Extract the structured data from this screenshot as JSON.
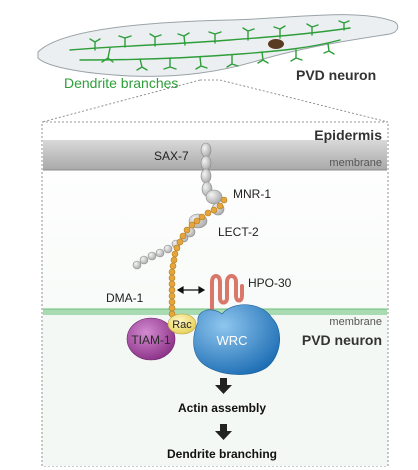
{
  "worm": {
    "dendrite_label": "Dendrite branches",
    "neuron_label": "PVD neuron"
  },
  "panel": {
    "epidermis_label": "Epidermis",
    "top_membrane_label": "membrane",
    "bottom_membrane_label": "membrane",
    "pvd_label": "PVD neuron"
  },
  "proteins": {
    "sax7": "SAX-7",
    "mnr1": "MNR-1",
    "lect2": "LECT-2",
    "dma1": "DMA-1",
    "hpo30": "HPO-30",
    "tiam1": "TIAM-1",
    "rac": "Rac",
    "wrc": "WRC"
  },
  "pathway": {
    "step1": "Actin assembly",
    "step2": "Dendrite branching"
  },
  "colors": {
    "dendrite_green": "#2e9e3a",
    "worm_body": "#e9ecef",
    "epidermis_membrane": "#bdbdbd",
    "pvd_membrane": "#8fcf9a",
    "dma1_chain": "#e0a33a",
    "tiam1": "#9b3f95",
    "rac": "#f2e27a",
    "wrc": "#2f7fc1",
    "hpo30": "#d9776a",
    "gray_protein": "#c8c8c8"
  }
}
